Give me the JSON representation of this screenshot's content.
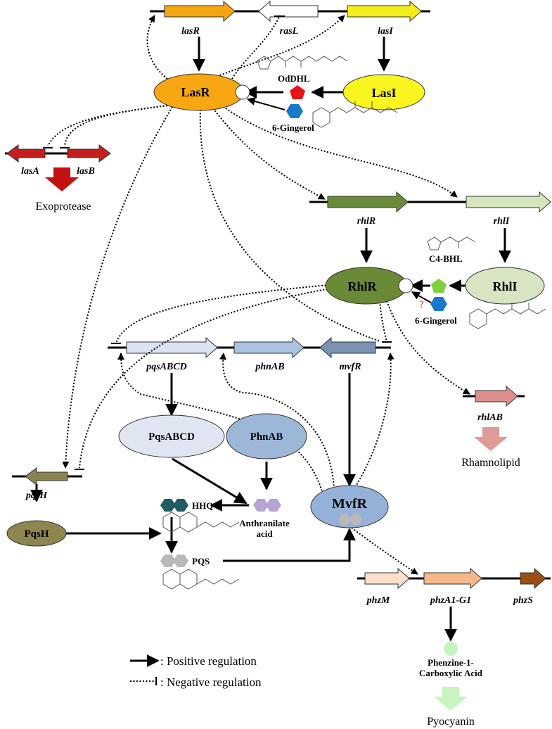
{
  "genes": {
    "lasR": "lasR",
    "rasL": "rasL",
    "lasI": "lasI",
    "lasA": "lasA",
    "lasB": "lasB",
    "rhlR": "rhlR",
    "rhlI": "rhlI",
    "pqsABCD": "pqsABCD",
    "phnAB": "phnAB",
    "mvfR": "mvfR",
    "rhlAB": "rhlAB",
    "pqsH": "pqsH",
    "phzM": "phzM",
    "phzA1G1": "phzA1-G1",
    "phzS": "phzS"
  },
  "proteins": {
    "LasR": "LasR",
    "LasI": "LasI",
    "RhlR": "RhlR",
    "RhlI": "RhlI",
    "PqsABCD": "PqsABCD",
    "PhnAB": "PhnAB",
    "MvfR": "MvfR",
    "PqsH": "PqsH"
  },
  "molecules": {
    "OdDHL": "OdDHL",
    "gingerol1": "6-Gingerol",
    "C4BHL": "C4-BHL",
    "gingerol2": "6-Gingerol",
    "HHQ": "HHQ",
    "anthranilate_line1": "Anthranilate",
    "anthranilate_line2": "acid",
    "PQS": "PQS",
    "pca_line1": "Phenzine-1-",
    "pca_line2": "Carboxylic Acid",
    "unknown_mark": "?"
  },
  "products": {
    "exoprotease": "Exoprotease",
    "rhamnolipid": "Rhamnolipid",
    "pyocyanin": "Pyocyanin"
  },
  "legend": {
    "positive": ": Positive regulation",
    "negative": ": Negative regulation"
  },
  "colors": {
    "lasR_gene": "#f3a611",
    "lasI_gene": "#f4ee1a",
    "LasR_protein": "#f7a712",
    "LasI_protein": "#fbf51f",
    "las_AB_gene": "#c41e1e",
    "exoprotease_arrow": "#c41212",
    "rhlR_gene": "#6a8c3a",
    "rhlI_gene": "#d5e5bd",
    "RhlR_protein": "#6a8a37",
    "RhlI_protein": "#d8e5c3",
    "pqsABCD_gene": "#dae3f1",
    "phnAB_gene": "#a9c3e0",
    "mvfR_gene": "#7a93b3",
    "PqsABCD_protein": "#dfe6f2",
    "PhnAB_protein": "#9db7d9",
    "MvfR_protein": "#96b1d8",
    "rhlAB_gene": "#dd8f8c",
    "rhamnolipid_arrow": "#e09a97",
    "pqsH_gene": "#8a8350",
    "PqsH_protein": "#8d8650",
    "phzM_gene": "#fbe0cb",
    "phzA1G1_gene": "#f4b88a",
    "phzS_gene": "#9a4d14",
    "pyocyanin_arrow": "#c8f4c0",
    "pca_dot": "#c8f4c0",
    "odDHL_pentagon": "#e8141a",
    "c4bhl_pentagon": "#7fd13a",
    "gingerol_hexagon": "#1a78c9",
    "hhq_hexagon": "#1f5d63",
    "anthranilate_hexagon": "#b6a4d2",
    "pqs_hexagon": "#b9b9b9"
  }
}
